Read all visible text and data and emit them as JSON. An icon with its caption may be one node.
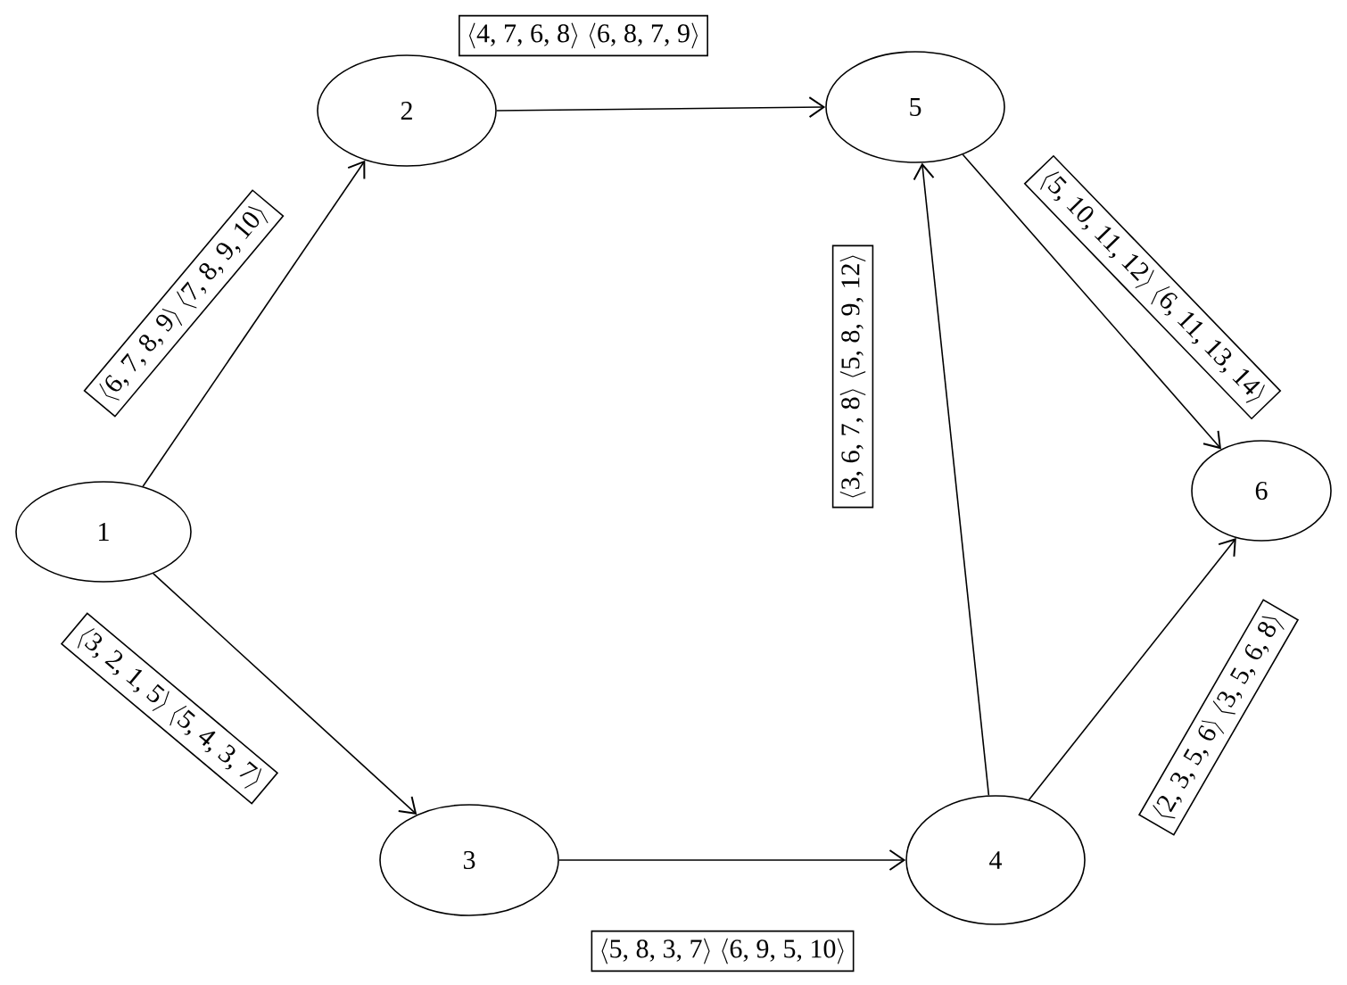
{
  "diagram": {
    "nodes": [
      {
        "text": [
          "1"
        ]
      },
      {
        "text": [
          "2"
        ]
      },
      {
        "text": [
          "3"
        ]
      },
      {
        "text": [
          "4"
        ]
      },
      {
        "text": [
          "5"
        ]
      },
      {
        "text": [
          "6"
        ]
      }
    ],
    "edges": [
      {
        "from": 0,
        "to": 1,
        "arrow": "to",
        "label": "⟨6, 7, 8, 9⟩ ⟨7, 8, 9, 10⟩"
      },
      {
        "from": 1,
        "to": 4,
        "arrow": "to",
        "label": "⟨4, 7, 6, 8⟩ ⟨6, 8, 7, 9⟩"
      },
      {
        "from": 4,
        "to": 5,
        "arrow": "to",
        "label": "⟨5, 10, 11, 12⟩ ⟨6, 11, 13, 14⟩"
      },
      {
        "from": 3,
        "to": 4,
        "arrow": "to",
        "label": "⟨3, 6, 7, 8⟩ ⟨5, 8, 9, 12⟩"
      },
      {
        "from": 0,
        "to": 2,
        "arrow": "to",
        "label": "⟨3, 2, 1, 5⟩ ⟨5, 4, 3, 7⟩"
      },
      {
        "from": 2,
        "to": 3,
        "arrow": "to",
        "label": "⟨5, 8, 3, 7⟩ ⟨6, 9, 5, 10⟩"
      },
      {
        "from": 3,
        "to": 5,
        "arrow": "to",
        "label": "⟨2, 3, 5, 6⟩ ⟨3, 5, 6, 8⟩"
      }
    ]
  }
}
